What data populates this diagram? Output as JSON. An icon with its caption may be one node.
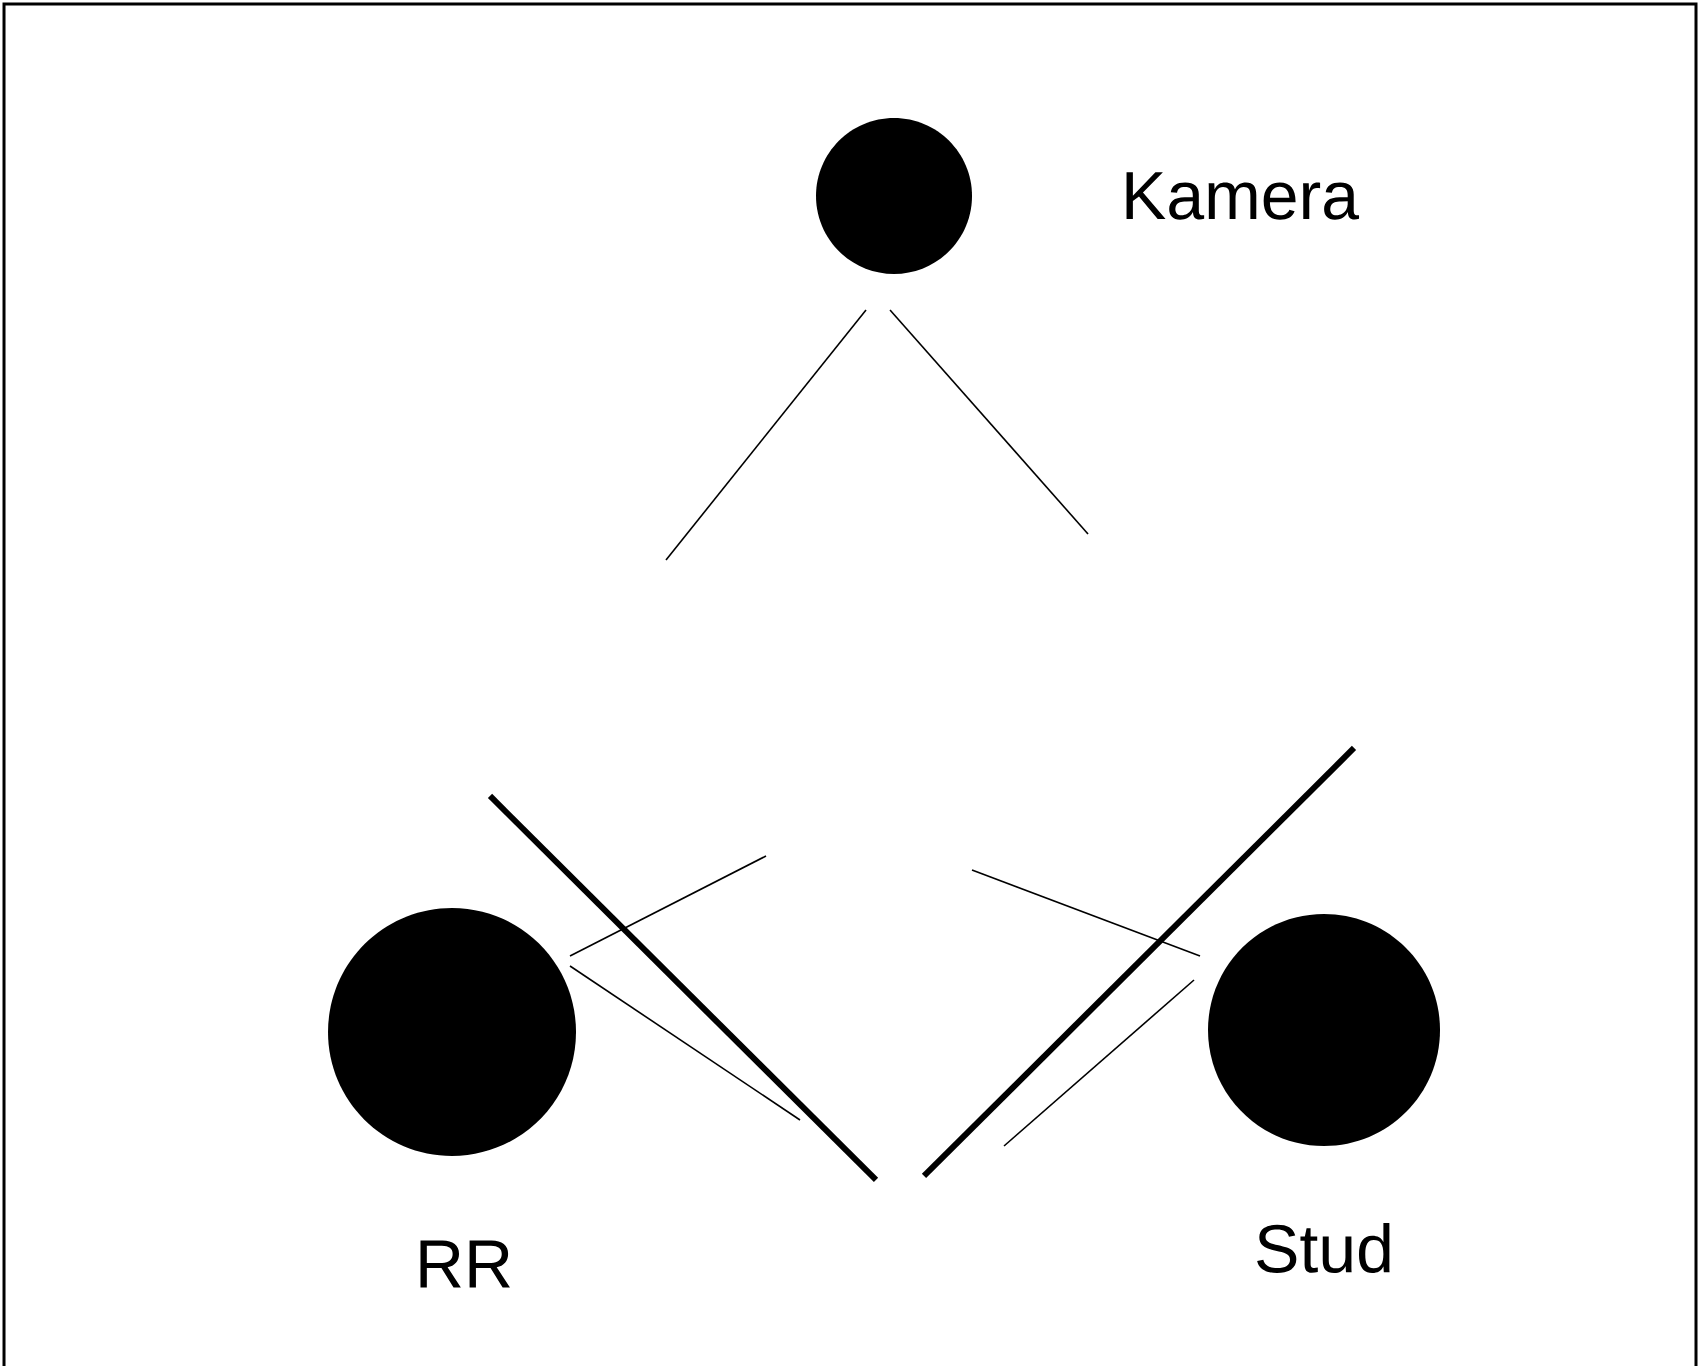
{
  "diagram": {
    "nodes": [
      {
        "text": [
          "Kamera"
        ]
      },
      {
        "text": [
          "RR"
        ]
      },
      {
        "text": [
          "Stud"
        ]
      }
    ]
  }
}
